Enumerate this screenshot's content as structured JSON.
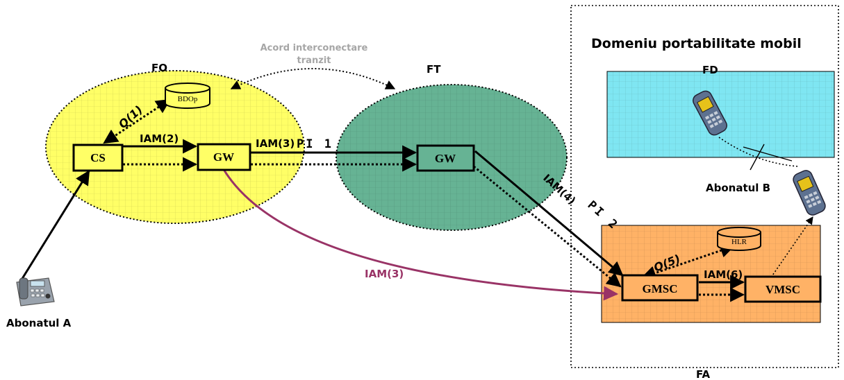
{
  "colors": {
    "fo_fill": "#ffff66",
    "ft_fill": "#66b394",
    "fd_fill": "#7fe6f2",
    "fa_fill": "#ffb266",
    "iam3_direct": "#993366",
    "acord_text": "#a6a6a6"
  },
  "networks": {
    "fo": "FO",
    "ft": "FT",
    "fd": "FD",
    "fa": "FA"
  },
  "domain_title": "Domeniu portabilitate mobil",
  "agreement": {
    "line1": "Acord interconectare",
    "line2": "tranzit"
  },
  "nodes": {
    "cs": "CS",
    "gw_fo": "GW",
    "gw_ft": "GW",
    "gmsc": "GMSC",
    "vmsc": "VMSC",
    "bdop": "BDOp",
    "hlr": "HLR"
  },
  "messages": {
    "q1": "Q(1)",
    "iam2": "IAM(2)",
    "iam3_top": "IAM(3)",
    "pi1": "PI 1",
    "iam4": "IAM(4)",
    "pi2": "PI 2",
    "q5": "Q(5)",
    "iam6": "IAM(6)",
    "iam3_direct": "IAM(3)"
  },
  "subscribers": {
    "a": "Abonatul A",
    "b": "Abonatul B"
  },
  "icons": [
    "desk-phone-icon",
    "mobile-phone-icon"
  ]
}
